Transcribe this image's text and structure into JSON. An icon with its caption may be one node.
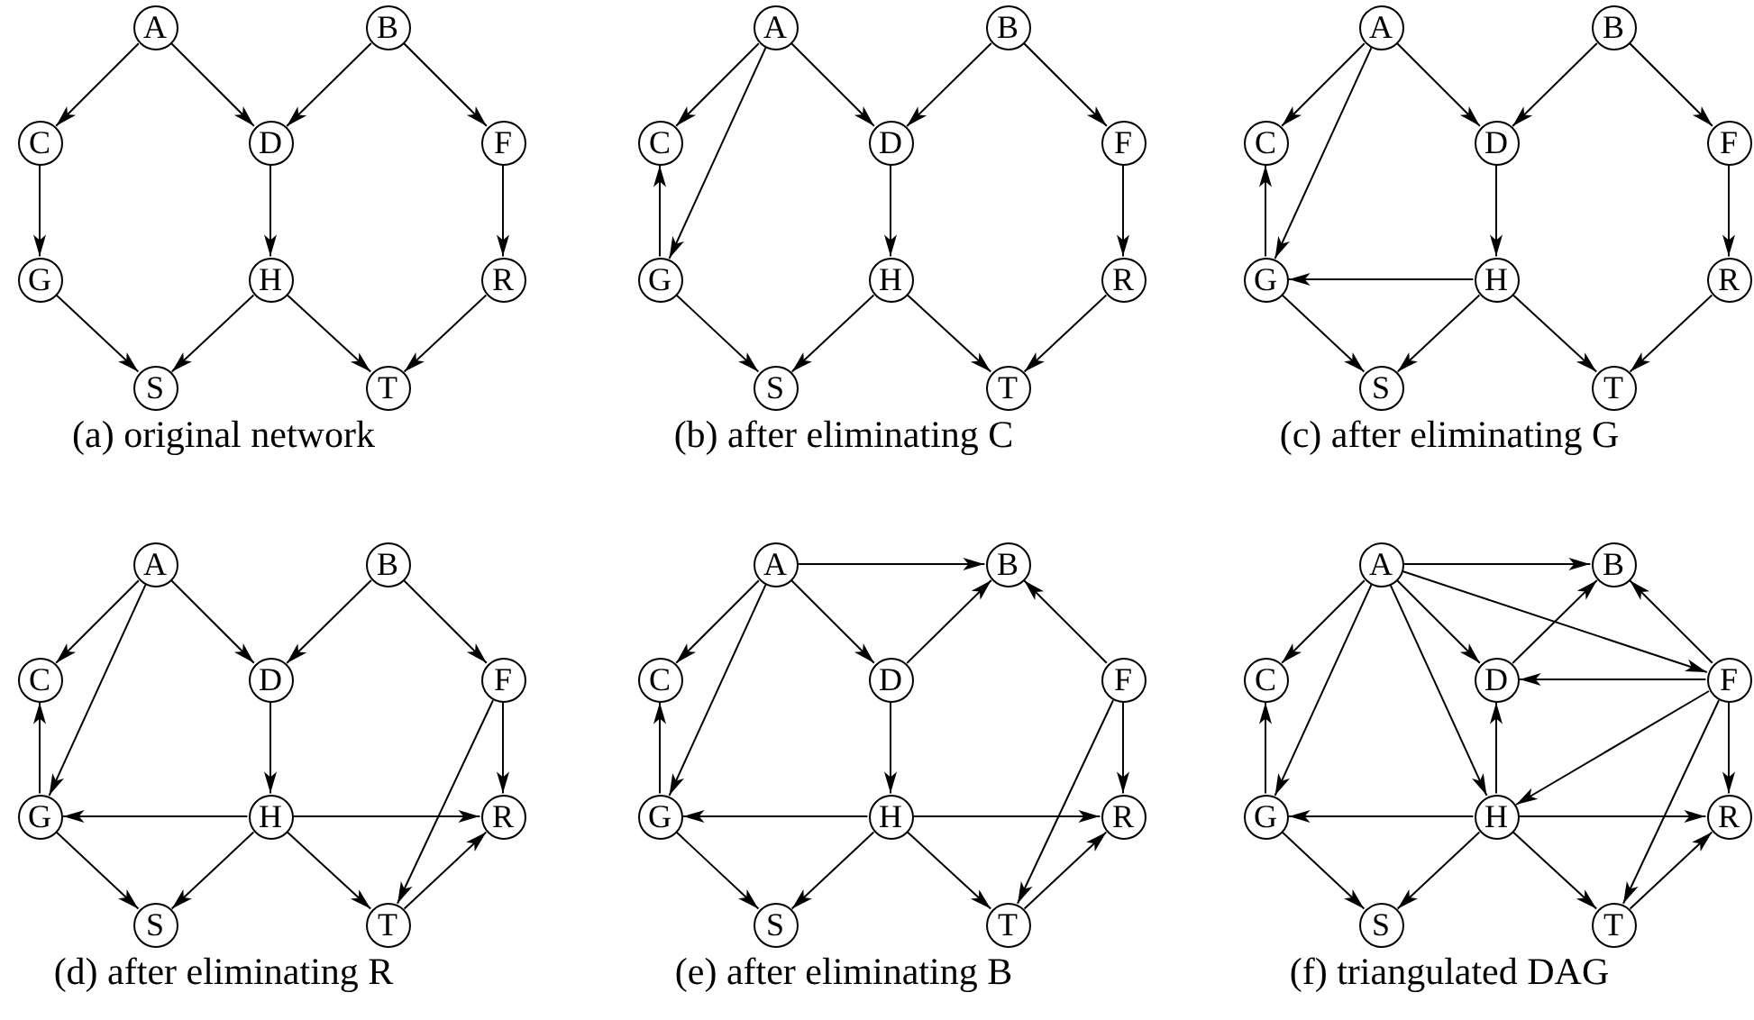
{
  "diagram": {
    "nodes": [
      {
        "text": [
          "A"
        ]
      },
      {
        "text": [
          "B"
        ]
      },
      {
        "text": [
          "C"
        ]
      },
      {
        "text": [
          "D"
        ]
      },
      {
        "text": [
          "F"
        ]
      },
      {
        "text": [
          "G"
        ]
      },
      {
        "text": [
          "H"
        ]
      },
      {
        "text": [
          "R"
        ]
      },
      {
        "text": [
          "S"
        ]
      },
      {
        "text": [
          "T"
        ]
      },
      {
        "text": [
          "A"
        ]
      },
      {
        "text": [
          "B"
        ]
      },
      {
        "text": [
          "C"
        ]
      },
      {
        "text": [
          "D"
        ]
      },
      {
        "text": [
          "F"
        ]
      },
      {
        "text": [
          "G"
        ]
      },
      {
        "text": [
          "H"
        ]
      },
      {
        "text": [
          "R"
        ]
      },
      {
        "text": [
          "S"
        ]
      },
      {
        "text": [
          "T"
        ]
      },
      {
        "text": [
          "A"
        ]
      },
      {
        "text": [
          "B"
        ]
      },
      {
        "text": [
          "C"
        ]
      },
      {
        "text": [
          "D"
        ]
      },
      {
        "text": [
          "F"
        ]
      },
      {
        "text": [
          "G"
        ]
      },
      {
        "text": [
          "H"
        ]
      },
      {
        "text": [
          "R"
        ]
      },
      {
        "text": [
          "S"
        ]
      },
      {
        "text": [
          "T"
        ]
      },
      {
        "text": [
          "A"
        ]
      },
      {
        "text": [
          "B"
        ]
      },
      {
        "text": [
          "C"
        ]
      },
      {
        "text": [
          "D"
        ]
      },
      {
        "text": [
          "F"
        ]
      },
      {
        "text": [
          "G"
        ]
      },
      {
        "text": [
          "H"
        ]
      },
      {
        "text": [
          "R"
        ]
      },
      {
        "text": [
          "S"
        ]
      },
      {
        "text": [
          "T"
        ]
      },
      {
        "text": [
          "A"
        ]
      },
      {
        "text": [
          "B"
        ]
      },
      {
        "text": [
          "C"
        ]
      },
      {
        "text": [
          "D"
        ]
      },
      {
        "text": [
          "F"
        ]
      },
      {
        "text": [
          "G"
        ]
      },
      {
        "text": [
          "H"
        ]
      },
      {
        "text": [
          "R"
        ]
      },
      {
        "text": [
          "S"
        ]
      },
      {
        "text": [
          "T"
        ]
      },
      {
        "text": [
          "A"
        ]
      },
      {
        "text": [
          "B"
        ]
      },
      {
        "text": [
          "C"
        ]
      },
      {
        "text": [
          "D"
        ]
      },
      {
        "text": [
          "F"
        ]
      },
      {
        "text": [
          "G"
        ]
      },
      {
        "text": [
          "H"
        ]
      },
      {
        "text": [
          "R"
        ]
      },
      {
        "text": [
          "S"
        ]
      },
      {
        "text": [
          "T"
        ]
      }
    ],
    "edges": [
      {
        "from": 0,
        "to": 2,
        "arrow": "to"
      },
      {
        "from": 0,
        "to": 3,
        "arrow": "to"
      },
      {
        "from": 1,
        "to": 3,
        "arrow": "to"
      },
      {
        "from": 1,
        "to": 4,
        "arrow": "to"
      },
      {
        "from": 2,
        "to": 5,
        "arrow": "to"
      },
      {
        "from": 3,
        "to": 6,
        "arrow": "to"
      },
      {
        "from": 4,
        "to": 7,
        "arrow": "to"
      },
      {
        "from": 5,
        "to": 8,
        "arrow": "to"
      },
      {
        "from": 6,
        "to": 8,
        "arrow": "to"
      },
      {
        "from": 6,
        "to": 9,
        "arrow": "to"
      },
      {
        "from": 7,
        "to": 9,
        "arrow": "to"
      },
      {
        "from": 10,
        "to": 12,
        "arrow": "to"
      },
      {
        "from": 10,
        "to": 15,
        "arrow": "to"
      },
      {
        "from": 10,
        "to": 13,
        "arrow": "to"
      },
      {
        "from": 11,
        "to": 13,
        "arrow": "to"
      },
      {
        "from": 11,
        "to": 14,
        "arrow": "to"
      },
      {
        "from": 15,
        "to": 12,
        "arrow": "to"
      },
      {
        "from": 13,
        "to": 16,
        "arrow": "to"
      },
      {
        "from": 14,
        "to": 17,
        "arrow": "to"
      },
      {
        "from": 15,
        "to": 18,
        "arrow": "to"
      },
      {
        "from": 16,
        "to": 18,
        "arrow": "to"
      },
      {
        "from": 16,
        "to": 19,
        "arrow": "to"
      },
      {
        "from": 17,
        "to": 19,
        "arrow": "to"
      },
      {
        "from": 20,
        "to": 22,
        "arrow": "to"
      },
      {
        "from": 20,
        "to": 25,
        "arrow": "to"
      },
      {
        "from": 20,
        "to": 23,
        "arrow": "to"
      },
      {
        "from": 21,
        "to": 23,
        "arrow": "to"
      },
      {
        "from": 21,
        "to": 24,
        "arrow": "to"
      },
      {
        "from": 25,
        "to": 22,
        "arrow": "to"
      },
      {
        "from": 23,
        "to": 26,
        "arrow": "to"
      },
      {
        "from": 24,
        "to": 27,
        "arrow": "to"
      },
      {
        "from": 25,
        "to": 28,
        "arrow": "to"
      },
      {
        "from": 26,
        "to": 28,
        "arrow": "to"
      },
      {
        "from": 26,
        "to": 29,
        "arrow": "to"
      },
      {
        "from": 27,
        "to": 29,
        "arrow": "to"
      },
      {
        "from": 26,
        "to": 25,
        "arrow": "to"
      },
      {
        "from": 30,
        "to": 32,
        "arrow": "to"
      },
      {
        "from": 30,
        "to": 35,
        "arrow": "to"
      },
      {
        "from": 30,
        "to": 33,
        "arrow": "to"
      },
      {
        "from": 31,
        "to": 33,
        "arrow": "to"
      },
      {
        "from": 31,
        "to": 34,
        "arrow": "to"
      },
      {
        "from": 35,
        "to": 32,
        "arrow": "to"
      },
      {
        "from": 33,
        "to": 36,
        "arrow": "to"
      },
      {
        "from": 34,
        "to": 37,
        "arrow": "to"
      },
      {
        "from": 34,
        "to": 39,
        "arrow": "to"
      },
      {
        "from": 36,
        "to": 35,
        "arrow": "to"
      },
      {
        "from": 36,
        "to": 37,
        "arrow": "to"
      },
      {
        "from": 39,
        "to": 37,
        "arrow": "to"
      },
      {
        "from": 35,
        "to": 38,
        "arrow": "to"
      },
      {
        "from": 36,
        "to": 38,
        "arrow": "to"
      },
      {
        "from": 36,
        "to": 39,
        "arrow": "to"
      },
      {
        "from": 40,
        "to": 41,
        "arrow": "to"
      },
      {
        "from": 40,
        "to": 42,
        "arrow": "to"
      },
      {
        "from": 40,
        "to": 45,
        "arrow": "to"
      },
      {
        "from": 40,
        "to": 43,
        "arrow": "to"
      },
      {
        "from": 43,
        "to": 41,
        "arrow": "to"
      },
      {
        "from": 44,
        "to": 41,
        "arrow": "to"
      },
      {
        "from": 45,
        "to": 42,
        "arrow": "to"
      },
      {
        "from": 43,
        "to": 46,
        "arrow": "to"
      },
      {
        "from": 44,
        "to": 47,
        "arrow": "to"
      },
      {
        "from": 44,
        "to": 49,
        "arrow": "to"
      },
      {
        "from": 46,
        "to": 45,
        "arrow": "to"
      },
      {
        "from": 46,
        "to": 47,
        "arrow": "to"
      },
      {
        "from": 49,
        "to": 47,
        "arrow": "to"
      },
      {
        "from": 45,
        "to": 48,
        "arrow": "to"
      },
      {
        "from": 46,
        "to": 48,
        "arrow": "to"
      },
      {
        "from": 46,
        "to": 49,
        "arrow": "to"
      },
      {
        "from": 50,
        "to": 51,
        "arrow": "to"
      },
      {
        "from": 50,
        "to": 52,
        "arrow": "to"
      },
      {
        "from": 50,
        "to": 55,
        "arrow": "to"
      },
      {
        "from": 50,
        "to": 53,
        "arrow": "to"
      },
      {
        "from": 50,
        "to": 54,
        "arrow": "to"
      },
      {
        "from": 50,
        "to": 56,
        "arrow": "to"
      },
      {
        "from": 53,
        "to": 51,
        "arrow": "to"
      },
      {
        "from": 54,
        "to": 51,
        "arrow": "to"
      },
      {
        "from": 54,
        "to": 53,
        "arrow": "to"
      },
      {
        "from": 54,
        "to": 56,
        "arrow": "to"
      },
      {
        "from": 54,
        "to": 57,
        "arrow": "to"
      },
      {
        "from": 54,
        "to": 59,
        "arrow": "to"
      },
      {
        "from": 55,
        "to": 52,
        "arrow": "to"
      },
      {
        "from": 56,
        "to": 53,
        "arrow": "to"
      },
      {
        "from": 56,
        "to": 55,
        "arrow": "to"
      },
      {
        "from": 56,
        "to": 57,
        "arrow": "to"
      },
      {
        "from": 59,
        "to": 57,
        "arrow": "to"
      },
      {
        "from": 55,
        "to": 58,
        "arrow": "to"
      },
      {
        "from": 56,
        "to": 58,
        "arrow": "to"
      },
      {
        "from": 56,
        "to": 59,
        "arrow": "to"
      }
    ],
    "labels": [
      "(a) original network",
      "(b) after eliminating C",
      "(c) after eliminating G",
      "(d) after eliminating R",
      "(e) after eliminating B",
      "(f) triangulated DAG"
    ]
  }
}
